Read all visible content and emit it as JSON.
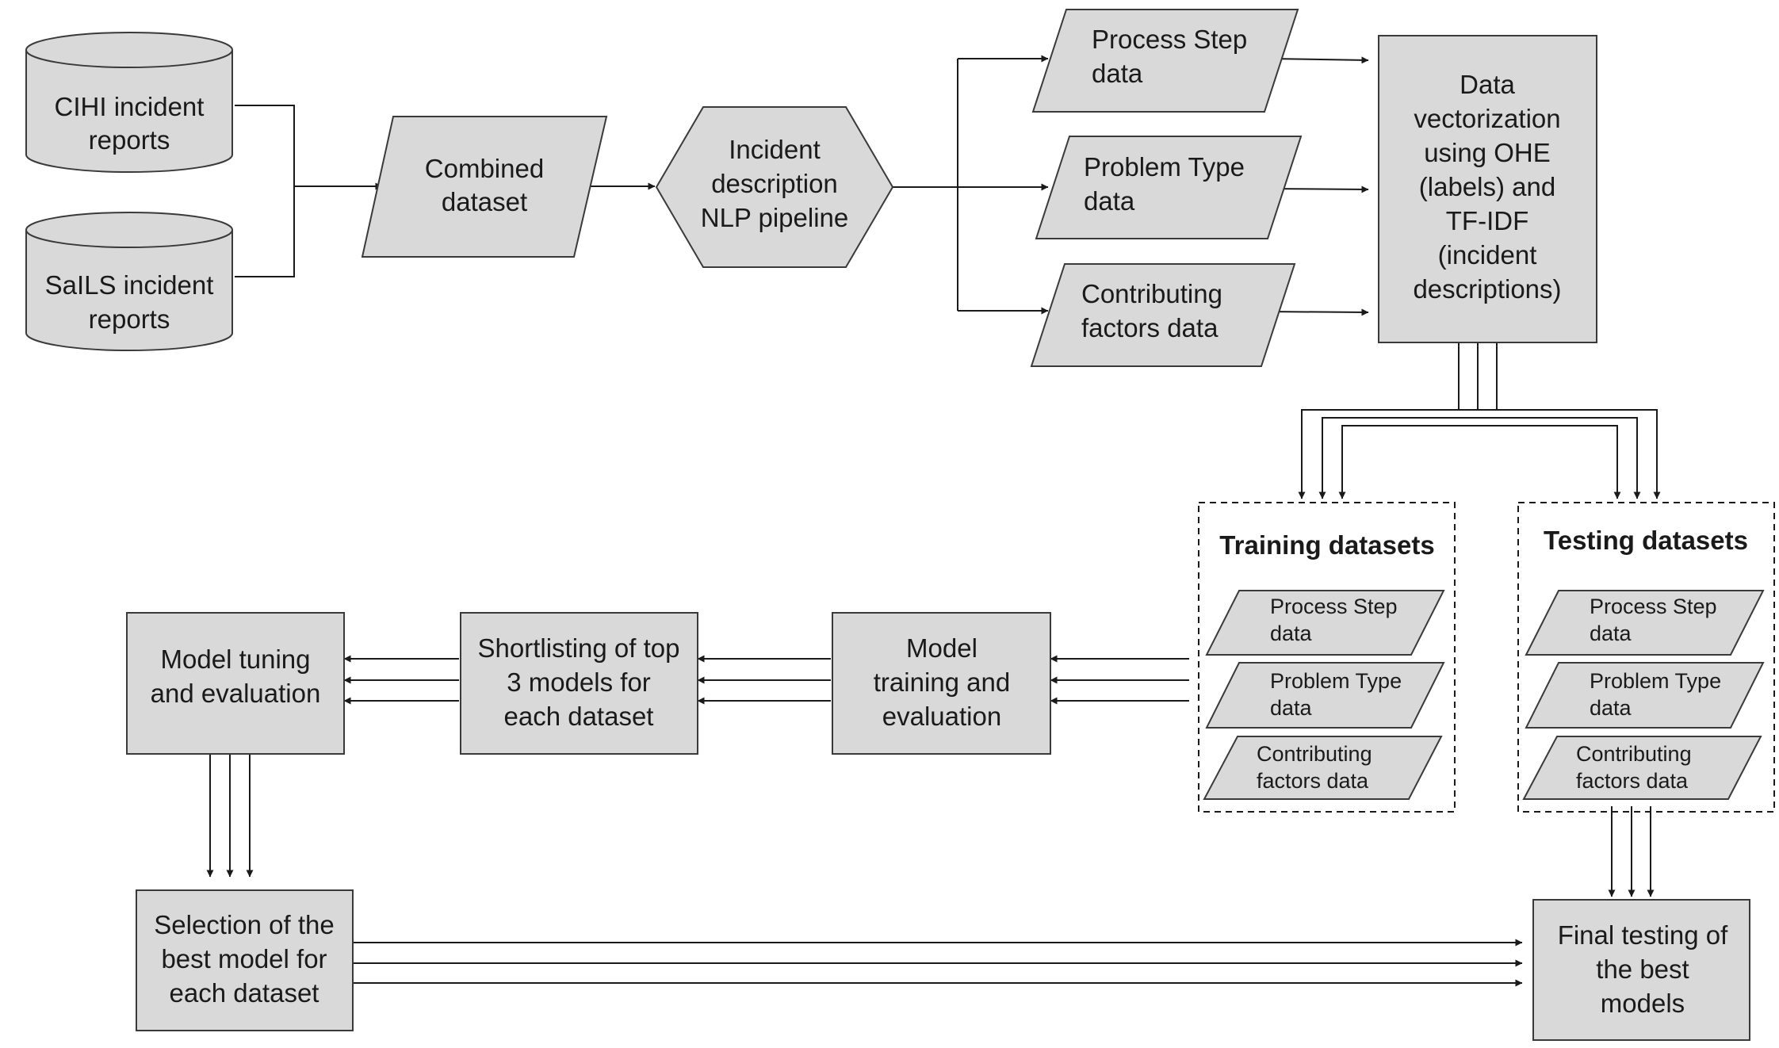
{
  "nodes": {
    "cihi": [
      "CIHI incident",
      "reports"
    ],
    "sails": [
      "SaILS incident",
      "reports"
    ],
    "combined": [
      "Combined",
      "dataset"
    ],
    "nlp": [
      "Incident",
      "description",
      "NLP pipeline"
    ],
    "process_step": [
      "Process Step",
      "data"
    ],
    "problem_type": [
      "Problem Type",
      "data"
    ],
    "contributing": [
      "Contributing",
      "factors data"
    ],
    "vectorization": [
      "Data",
      "vectorization",
      "using OHE",
      "(labels) and",
      "TF-IDF",
      "(incident",
      "descriptions)"
    ],
    "training_title": "Training datasets",
    "testing_title": "Testing datasets",
    "train_process_step": [
      "Process Step",
      "data"
    ],
    "train_problem_type": [
      "Problem Type",
      "data"
    ],
    "train_contributing": [
      "Contributing",
      "factors data"
    ],
    "test_process_step": [
      "Process Step",
      "data"
    ],
    "test_problem_type": [
      "Problem Type",
      "data"
    ],
    "test_contributing": [
      "Contributing",
      "factors data"
    ],
    "model_training": [
      "Model",
      "training and",
      "evaluation"
    ],
    "shortlisting": [
      "Shortlisting of top",
      "3 models for",
      "each dataset"
    ],
    "tuning": [
      "Model tuning",
      "and evaluation"
    ],
    "selection": [
      "Selection of the",
      "best model for",
      "each dataset"
    ],
    "final": [
      "Final testing of",
      "the best",
      "models"
    ]
  },
  "colors": {
    "fill": "#d9d9d9",
    "stroke": "#3a3a3a",
    "line": "#1a1a1a"
  }
}
